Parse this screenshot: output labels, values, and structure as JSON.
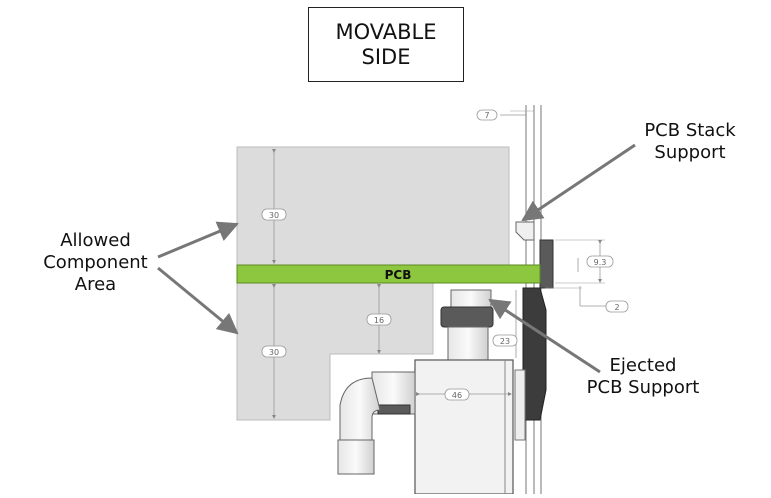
{
  "title": {
    "line1": "MOVABLE",
    "line2": "SIDE"
  },
  "callouts": {
    "pcb_stack_support": {
      "line1": "PCB Stack",
      "line2": "Support"
    },
    "allowed_area": {
      "line1": "Allowed",
      "line2": "Component",
      "line3": "Area"
    },
    "ejected_support": {
      "line1": "Ejected",
      "line2": "PCB Support"
    }
  },
  "pcb_label": "PCB",
  "dimensions": {
    "d7": "7",
    "d30_top": "30",
    "d30_bottom": "30",
    "d16": "16",
    "d23": "23",
    "d46": "46",
    "d9_3": "9.3",
    "d2": "2"
  },
  "colors": {
    "pcb": "#8DC63F",
    "area": "#DCDCDC",
    "dark_part": "#5A5A5A",
    "outline": "#555555"
  }
}
